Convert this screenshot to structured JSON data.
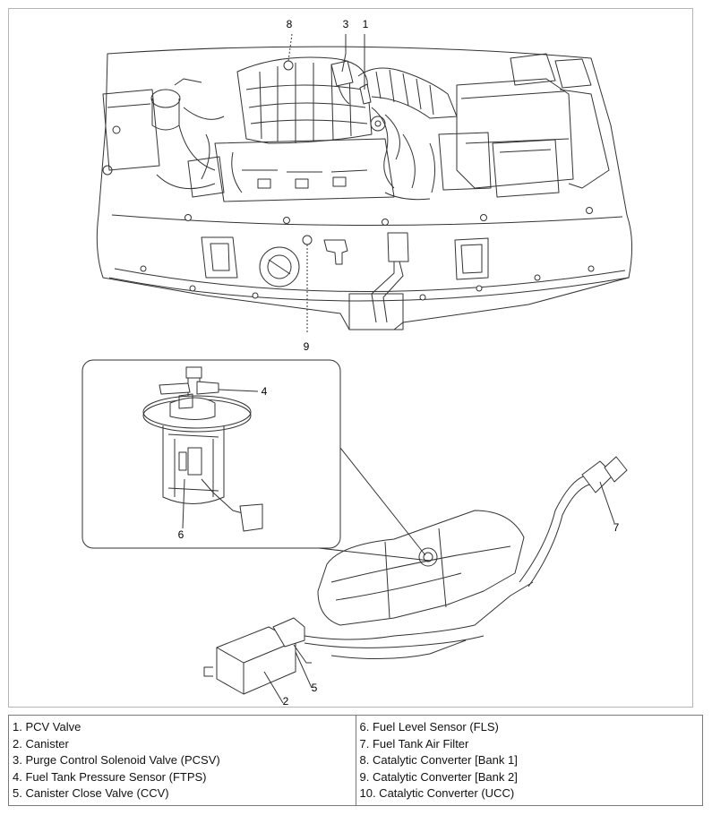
{
  "callouts": {
    "n1": "1",
    "n2": "2",
    "n3": "3",
    "n4": "4",
    "n5": "5",
    "n6": "6",
    "n7": "7",
    "n8": "8",
    "n9": "9"
  },
  "legend": {
    "left": [
      "1. PCV Valve",
      "2. Canister",
      "3. Purge Control Solenoid Valve (PCSV)",
      "4. Fuel Tank Pressure Sensor (FTPS)",
      "5. Canister Close Valve (CCV)"
    ],
    "right": [
      "6. Fuel Level Sensor (FLS)",
      "7. Fuel Tank Air Filter",
      "8. Catalytic Converter [Bank 1]",
      "9. Catalytic Converter [Bank 2]",
      "10. Catalytic Converter (UCC)"
    ]
  }
}
